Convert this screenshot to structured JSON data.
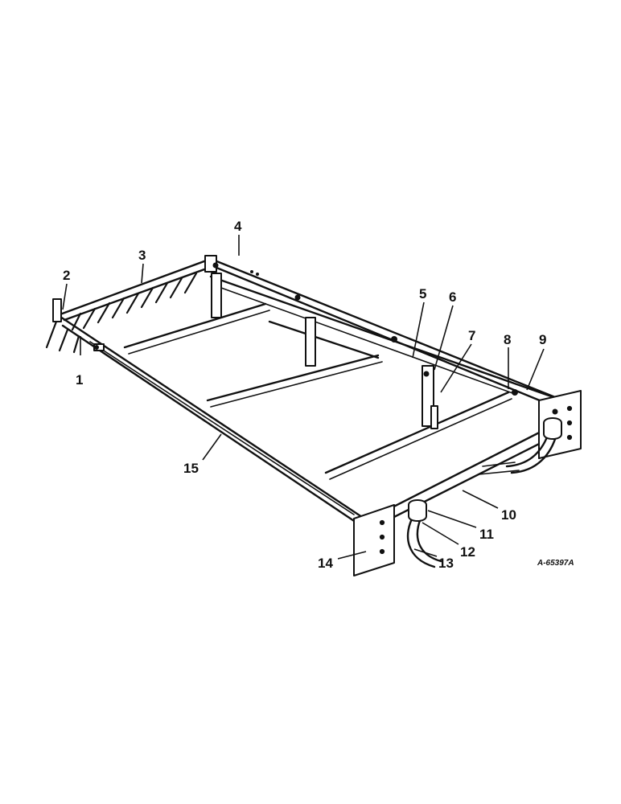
{
  "diagram": {
    "figure_reference": "A-65397A",
    "callouts": [
      {
        "id": "1",
        "label": "1"
      },
      {
        "id": "2",
        "label": "2"
      },
      {
        "id": "3",
        "label": "3"
      },
      {
        "id": "4",
        "label": "4"
      },
      {
        "id": "5",
        "label": "5"
      },
      {
        "id": "6",
        "label": "6"
      },
      {
        "id": "7",
        "label": "7"
      },
      {
        "id": "8",
        "label": "8"
      },
      {
        "id": "9",
        "label": "9"
      },
      {
        "id": "10",
        "label": "10"
      },
      {
        "id": "11",
        "label": "11"
      },
      {
        "id": "12",
        "label": "12"
      },
      {
        "id": "13",
        "label": "13"
      },
      {
        "id": "14",
        "label": "14"
      },
      {
        "id": "15",
        "label": "15"
      }
    ],
    "colors": {
      "ink": "#111111",
      "paper": "#ffffff"
    }
  }
}
